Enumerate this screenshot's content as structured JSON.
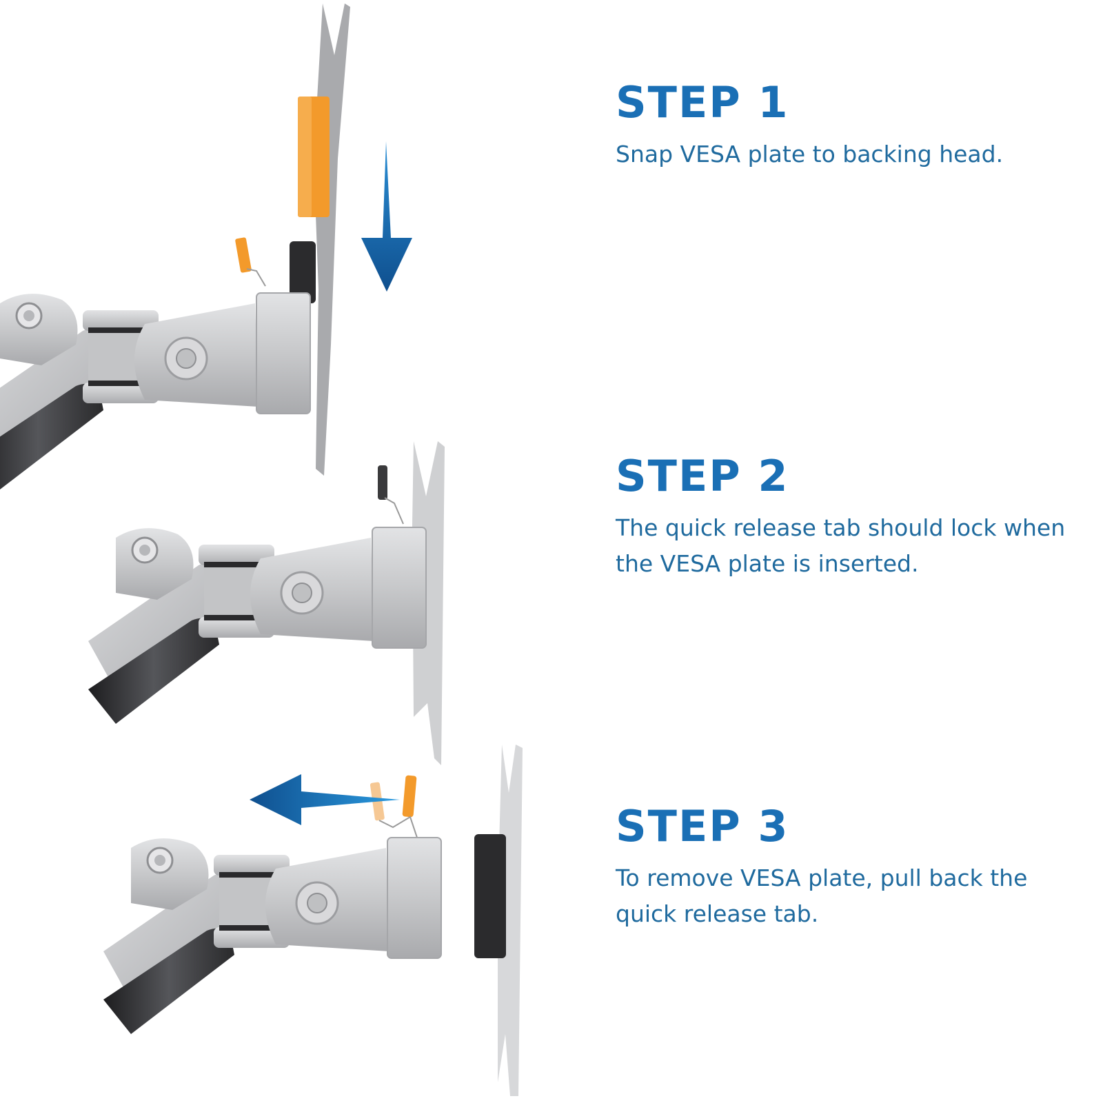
{
  "colors": {
    "heading": "#1a6fb5",
    "body_text": "#1f6a9e",
    "arrow_dark": "#0f4f8e",
    "arrow_light": "#2a8fd6",
    "orange_clip": "#f39a2b",
    "silver": "#c9cacc",
    "dark_rubber": "#2b2b2d"
  },
  "steps": [
    {
      "title": "STEP 1",
      "body": "Snap VESA plate to backing head.",
      "arrow": "down-arrow"
    },
    {
      "title": "STEP 2",
      "body": "The quick release tab should lock when the VESA plate is inserted.",
      "arrow": null
    },
    {
      "title": "STEP 3",
      "body": "To remove VESA plate, pull back the quick release tab.",
      "arrow": "left-arrow"
    }
  ]
}
